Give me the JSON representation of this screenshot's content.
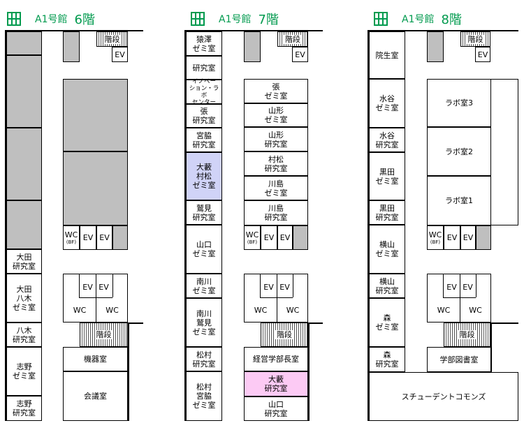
{
  "building": "A1号館",
  "colors": {
    "header": "#009a4e",
    "gray": "#bfbfbf",
    "purple": "#d0d3f7",
    "pink": "#fccaf4"
  },
  "floors": [
    {
      "floor": "6階",
      "left": [
        "",
        "",
        "",
        "",
        "",
        "大田\n研究室",
        "大田\n八木\nゼミ室",
        "八木\n研究室",
        "志野\nゼミ室",
        "志野\n研究室"
      ],
      "kaidan": "階段",
      "ev": "EV",
      "wc": "WC",
      "wc_sub": "(BF)",
      "kiki": "機器室",
      "kaigi": "会議室"
    },
    {
      "floor": "7階",
      "left": [
        "猿澤\nゼミ室",
        "研究室",
        "イノベー\nション・ラボ\nセンター",
        "張\n研究室",
        "宮脇\n研究室",
        "大藪\n村松\nゼミ室",
        "鷲見\n研究室",
        "山口\nゼミ室",
        "南川\nゼミ室",
        "南川\n鷲見\nゼミ室",
        "松村\n研究室",
        "松村\n宮脇\nゼミ室"
      ],
      "right": [
        "張\nゼミ室",
        "山形\nゼミ室",
        "山形\n研究室",
        "村松\n研究室",
        "川島\nゼミ室",
        "川島\n研究室"
      ],
      "kaidan": "階段",
      "ev": "EV",
      "wc": "WC",
      "wc_sub": "(BF)",
      "dean": "経営学部長室",
      "oyabu": "大藪\n研究室",
      "yamaguchi": "山口\n研究室"
    },
    {
      "floor": "8階",
      "left": [
        "院生室",
        "水谷\nゼミ室",
        "水谷\n研究室",
        "黒田\nゼミ室",
        "黒田\n研究室",
        "横山\nゼミ室",
        "横山\n研究室",
        "森\nゼミ室",
        "森\n研究室"
      ],
      "labs": [
        "ラボ室3",
        "ラボ室2",
        "ラボ室1"
      ],
      "kaidan": "階段",
      "ev": "EV",
      "wc": "WC",
      "wc_sub": "(BF)",
      "library": "学部図書室",
      "commons": "スチューデントコモンズ"
    }
  ]
}
